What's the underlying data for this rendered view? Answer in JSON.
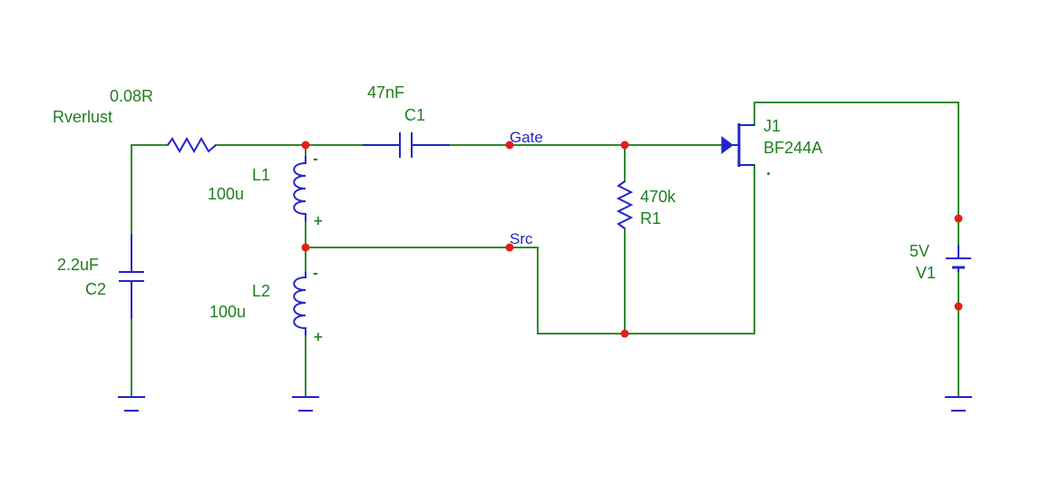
{
  "diagram": {
    "components": {
      "rverlust": {
        "name": "Rverlust",
        "value": "0.08R"
      },
      "c1": {
        "name": "C1",
        "value": "47nF"
      },
      "c2": {
        "name": "C2",
        "value": "2.2uF"
      },
      "l1": {
        "name": "L1",
        "value": "100u",
        "pol_minus": "-",
        "pol_plus": "+"
      },
      "l2": {
        "name": "L2",
        "value": "100u",
        "pol_minus": "-",
        "pol_plus": "+"
      },
      "r1": {
        "name": "R1",
        "value": "470k"
      },
      "j1": {
        "name": "J1",
        "value": "BF244A",
        "dot": "."
      },
      "v1": {
        "name": "V1",
        "value": "5V"
      }
    },
    "nets": {
      "gate": "Gate",
      "src": "Src"
    },
    "colors": {
      "wire": "#2f8a2f",
      "component": "#2424c8",
      "node": "#e0201a",
      "label": "#1e7f1e"
    }
  }
}
